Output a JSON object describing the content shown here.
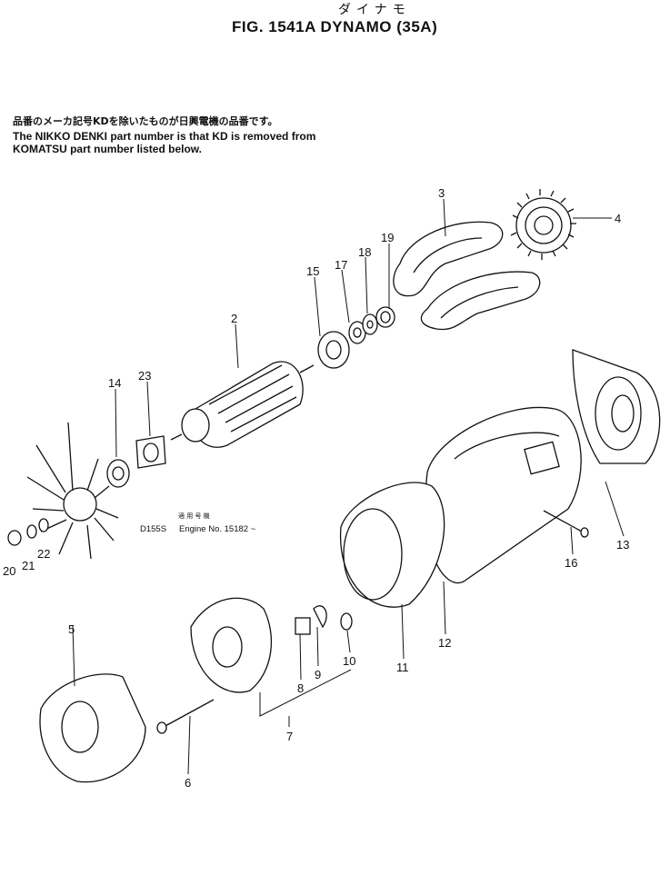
{
  "header": {
    "title_jp": "ダイナモ",
    "title": "FIG. 1541A  DYNAMO (35A)"
  },
  "notes": {
    "line_jp": "品番のメーカ記号KDを除いたものが日興電機の品番です。",
    "line1": "The NIKKO DENKI part number is that KD is removed from",
    "line2": "KOMATSU part number listed below."
  },
  "applicability": {
    "label_jp": "適 用 号 機",
    "model": "D155S",
    "engine": "Engine No. 15182 ~"
  },
  "callouts": {
    "c1": "2",
    "c2": "3",
    "c3": "4",
    "c4": "5",
    "c5": "6",
    "c6": "7",
    "c7": "8",
    "c8": "9",
    "c9": "10",
    "c10": "11",
    "c11": "12",
    "c12": "13",
    "c13": "14",
    "c14": "15",
    "c15": "16",
    "c16": "17",
    "c17": "18",
    "c18": "19",
    "c19": "20",
    "c20": "21",
    "c21": "22",
    "c22": "23"
  }
}
